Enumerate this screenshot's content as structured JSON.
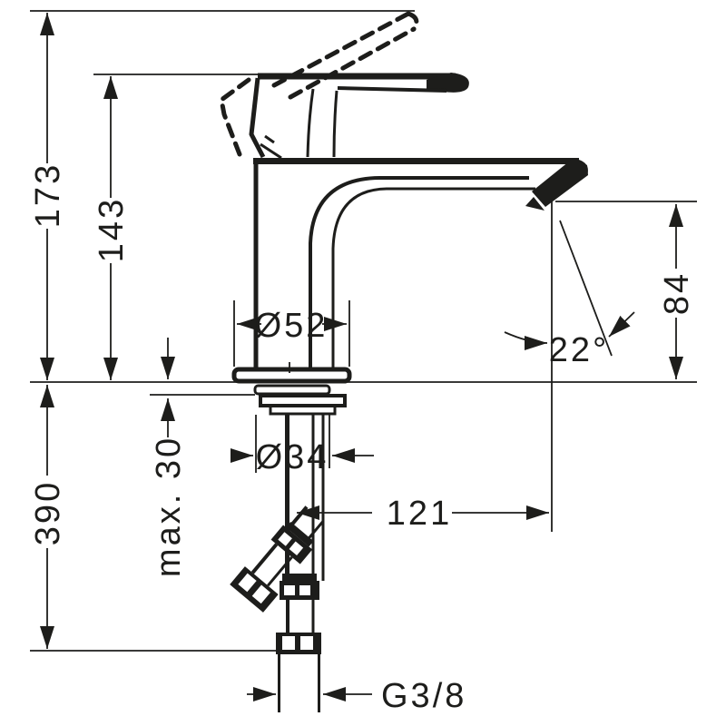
{
  "drawing_title": "basin-mixer-technical-drawing",
  "colors": {
    "background": "#ffffff",
    "line": "#1d1d1b"
  },
  "dims": {
    "total_height": "173",
    "height_to_spout_top": "143",
    "base_diameter": "Ø52",
    "outlet_height": "84",
    "stream_angle": "22°",
    "below_deck_length": "390",
    "max_mounting_thickness": "max. 30",
    "hole_diameter": "Ø34",
    "spout_reach": "121",
    "connection_thread": "G3/8"
  }
}
